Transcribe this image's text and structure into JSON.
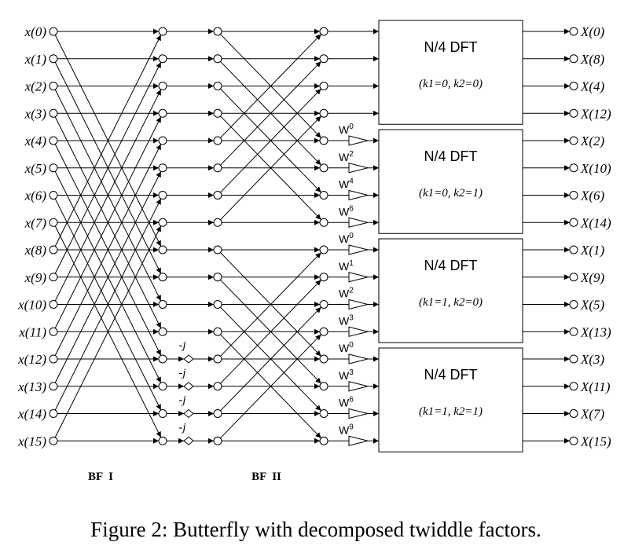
{
  "inputs": [
    "x(0)",
    "x(1)",
    "x(2)",
    "x(3)",
    "x(4)",
    "x(5)",
    "x(6)",
    "x(7)",
    "x(8)",
    "x(9)",
    "x(10)",
    "x(11)",
    "x(12)",
    "x(13)",
    "x(14)",
    "x(15)"
  ],
  "outputs": [
    "X(0)",
    "X(8)",
    "X(4)",
    "X(12)",
    "X(2)",
    "X(10)",
    "X(6)",
    "X(14)",
    "X(1)",
    "X(9)",
    "X(5)",
    "X(13)",
    "X(3)",
    "X(11)",
    "X(7)",
    "X(15)"
  ],
  "twiddle_j_label": "-j",
  "twiddle_base": "W",
  "twiddles": [
    {
      "row": 4,
      "exp": "0"
    },
    {
      "row": 5,
      "exp": "2"
    },
    {
      "row": 6,
      "exp": "4"
    },
    {
      "row": 7,
      "exp": "6"
    },
    {
      "row": 8,
      "exp": "0"
    },
    {
      "row": 9,
      "exp": "1"
    },
    {
      "row": 10,
      "exp": "2"
    },
    {
      "row": 11,
      "exp": "3"
    },
    {
      "row": 12,
      "exp": "0"
    },
    {
      "row": 13,
      "exp": "3"
    },
    {
      "row": 14,
      "exp": "6"
    },
    {
      "row": 15,
      "exp": "9"
    }
  ],
  "dft_blocks": [
    {
      "title": "N/4 DFT",
      "params": "(k1=0, k2=0)"
    },
    {
      "title": "N/4 DFT",
      "params": "(k1=0, k2=1)"
    },
    {
      "title": "N/4 DFT",
      "params": "(k1=1, k2=0)"
    },
    {
      "title": "N/4 DFT",
      "params": "(k1=1, k2=1)"
    }
  ],
  "stage_labels": {
    "bf1": "BF  I",
    "bf2": "BF  II"
  },
  "caption": "Figure 2: Butterfly with decomposed twiddle factors."
}
